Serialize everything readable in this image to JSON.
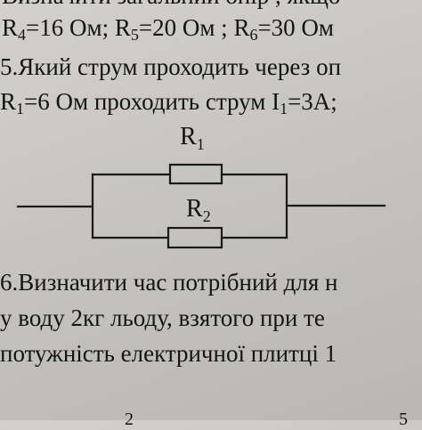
{
  "text": {
    "top_cut": "Визначити загальний опір , якщо",
    "r_values": {
      "r4": "R",
      "r4_sub": "4",
      "r4_val": "=16 Ом; ",
      "r5": "R",
      "r5_sub": "5",
      "r5_val": "=20 Ом ; ",
      "r6": "R",
      "r6_sub": "6",
      "r6_val": "=30 Ом"
    },
    "q5_line1": "5.Який струм проходить через оп",
    "q5_line2": {
      "r1": "R",
      "r1_sub": "1",
      "r1_val": "=6 Ом проходить струм I",
      "i1_sub": "1",
      "i1_val": "=3А;"
    },
    "q6_line1": "6.Визначити час потрібний для н",
    "q6_line2": "у воду   2кг льоду, взятого при те",
    "q6_line3": "потужність електричної плитці 1",
    "bottom_a": "2",
    "bottom_b": "5"
  },
  "circuit": {
    "r1_label": "R",
    "r1_sub": "1",
    "r2_label": "R",
    "r2_sub": "2"
  }
}
